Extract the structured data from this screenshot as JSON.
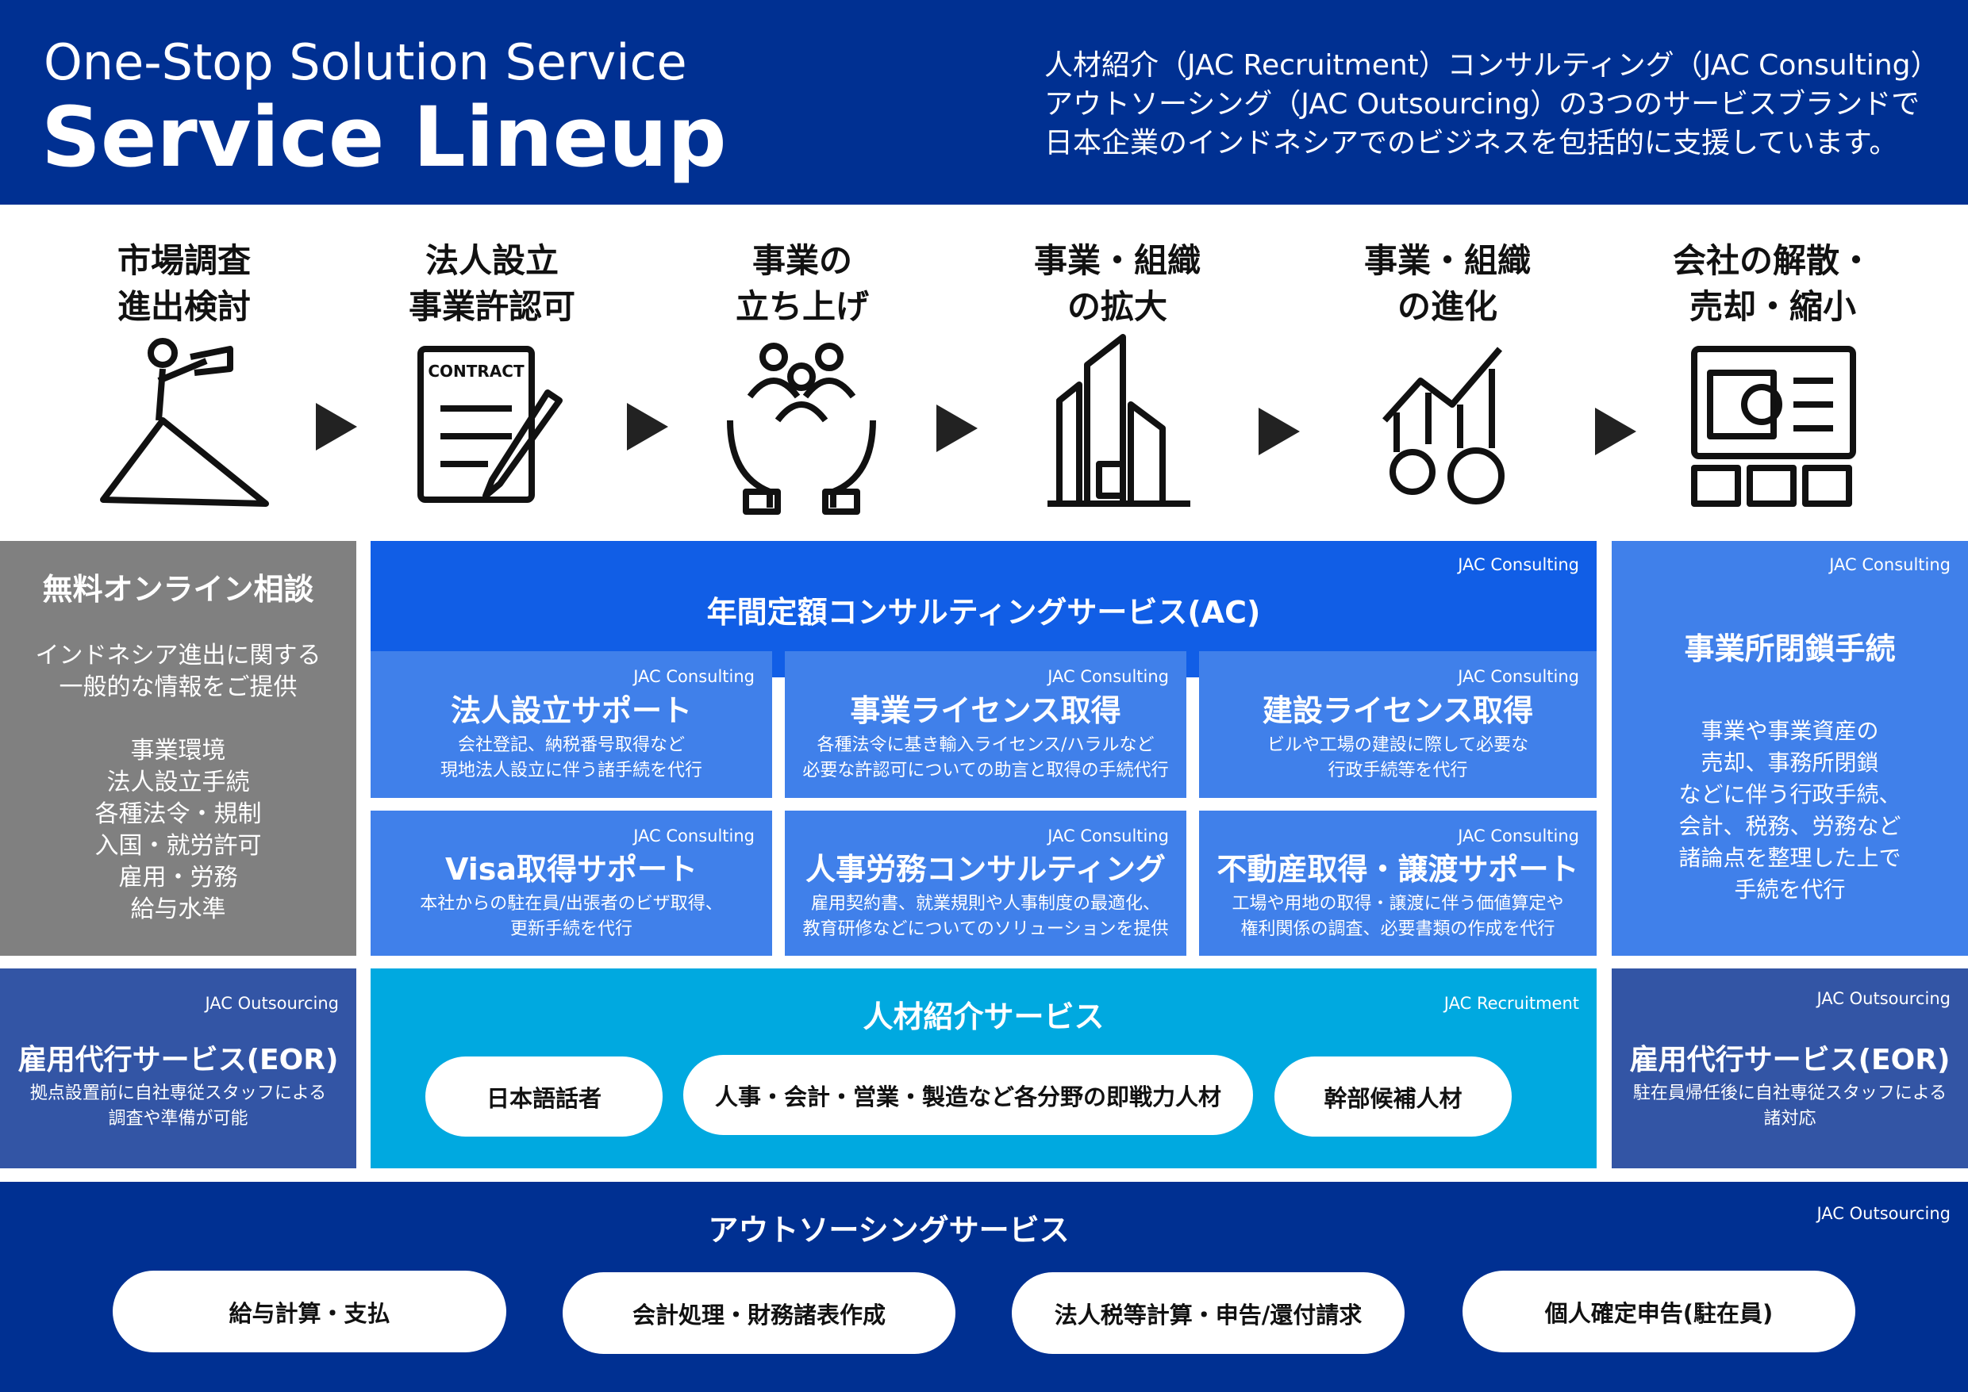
{
  "header": {
    "subtitle": "One-Stop Solution Service",
    "title": "Service Lineup",
    "intro": [
      "人材紹介（JAC Recruitment）コンサルティング（JAC Consulting）",
      "アウトソーシング（JAC Outsourcing）の3つのサービスブランドで",
      "日本企業のインドネシアでのビジネスを包括的に支援しています。"
    ]
  },
  "steps": [
    {
      "line1": "市場調査",
      "line2": "進出検討",
      "icon": "telescope-icon"
    },
    {
      "line1": "法人設立",
      "line2": "事業許認可",
      "icon": "contract-icon",
      "icon_text": "CONTRACT"
    },
    {
      "line1": "事業の",
      "line2": "立ち上げ",
      "icon": "hands-people-icon"
    },
    {
      "line1": "事業・組織",
      "line2": "の拡大",
      "icon": "buildings-icon"
    },
    {
      "line1": "事業・組織",
      "line2": "の進化",
      "icon": "growth-gears-icon"
    },
    {
      "line1": "会社の解散・",
      "line2": "売却・縮小",
      "icon": "checklist-board-icon"
    }
  ],
  "free": {
    "title": "無料オンライン相談",
    "desc": [
      "インドネシア進出に関する",
      "一般的な情報をご提供"
    ],
    "topics": [
      "事業環境",
      "法人設立手続",
      "各種法令・規制",
      "入国・就労許可",
      "雇用・労務",
      "給与水準"
    ]
  },
  "ac": {
    "brand": "JAC Consulting",
    "title": "年間定額コンサルティングサービス(AC)"
  },
  "grid": [
    {
      "brand": "JAC Consulting",
      "title": "法人設立サポート",
      "desc": [
        "会社登記、納税番号取得など",
        "現地法人設立に伴う諸手続を代行"
      ]
    },
    {
      "brand": "JAC Consulting",
      "title": "事業ライセンス取得",
      "desc": [
        "各種法令に基き輸入ライセンス/ハラルなど",
        "必要な許認可についての助言と取得の手続代行"
      ]
    },
    {
      "brand": "JAC Consulting",
      "title": "建設ライセンス取得",
      "desc": [
        "ビルや工場の建設に際して必要な",
        "行政手続等を代行"
      ]
    },
    {
      "brand": "JAC Consulting",
      "title": "Visa取得サポート",
      "desc": [
        "本社からの駐在員/出張者のビザ取得、",
        "更新手続を代行"
      ]
    },
    {
      "brand": "JAC Consulting",
      "title": "人事労務コンサルティング",
      "desc": [
        "雇用契約書、就業規則や人事制度の最適化、",
        "教育研修などについてのソリューションを提供"
      ]
    },
    {
      "brand": "JAC Consulting",
      "title": "不動産取得・譲渡サポート",
      "desc": [
        "工場や用地の取得・譲渡に伴う価値算定や",
        "権利関係の調査、必要書類の作成を代行"
      ]
    }
  ],
  "closure": {
    "brand": "JAC Consulting",
    "title": "事業所閉鎖手続",
    "desc": [
      "事業や事業資産の",
      "売却、事務所閉鎖",
      "などに伴う行政手続、",
      "会計、税務、労務など",
      "諸論点を整理した上で",
      "手続を代行"
    ]
  },
  "eor_left": {
    "brand": "JAC Outsourcing",
    "title": "雇用代行サービス(EOR)",
    "desc": [
      "拠点設置前に自社専従スタッフによる",
      "調査や準備が可能"
    ]
  },
  "recruit": {
    "brand": "JAC Recruitment",
    "title": "人材紹介サービス",
    "pills": [
      "日本語話者",
      "人事・会計・営業・製造など各分野の即戦力人材",
      "幹部候補人材"
    ]
  },
  "eor_right": {
    "brand": "JAC Outsourcing",
    "title": "雇用代行サービス(EOR)",
    "desc": [
      "駐在員帰任後に自社専従スタッフによる",
      "諸対応"
    ]
  },
  "outsourcing": {
    "brand": "JAC Outsourcing",
    "title": "アウトソーシングサービス",
    "pills": [
      "給与計算・支払",
      "会計処理・財務諸表作成",
      "法人税等計算・申告/還付請求",
      "個人確定申告(駐在員)"
    ]
  },
  "colors": {
    "navy": "#003092",
    "gray": "#808080",
    "ac_blue": "#115ee6",
    "cell_blue": "#4080ea",
    "eor_blue": "#3355a5",
    "recruit_cyan": "#00a9e0"
  }
}
